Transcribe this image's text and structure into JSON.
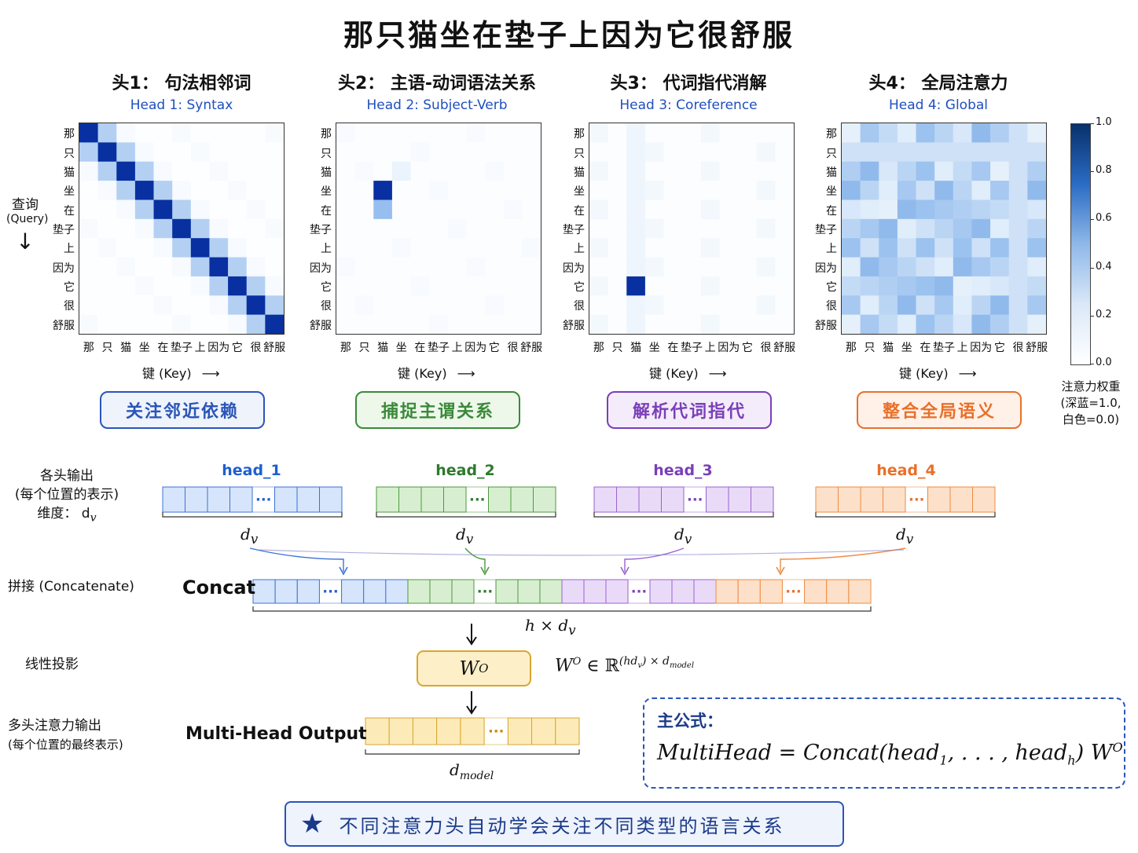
{
  "title": "那只猫坐在垫子上因为它很舒服",
  "tokens": [
    "那",
    "只",
    "猫",
    "坐",
    "在",
    "垫子",
    "上",
    "因为",
    "它",
    "很",
    "舒服"
  ],
  "query_label": "查询",
  "query_label_en": "(Query)",
  "query_arrow": "↓",
  "key_label": "键 (Key)",
  "key_arrow": "⟶",
  "heads": [
    {
      "title_cn": "头1： 句法相邻词",
      "title_en": "Head 1: Syntax",
      "badge": "关注邻近依赖",
      "badge_color": "#2a55b8",
      "badge_bg": "#eef3fc"
    },
    {
      "title_cn": "头2： 主语-动词语法关系",
      "title_en": "Head 2: Subject-Verb",
      "badge": "捕捉主谓关系",
      "badge_color": "#3a8a3a",
      "badge_bg": "#eef8ea"
    },
    {
      "title_cn": "头3： 代词指代消解",
      "title_en": "Head 3: Coreference",
      "badge": "解析代词指代",
      "badge_color": "#7a3fb8",
      "badge_bg": "#f4ecfb"
    },
    {
      "title_cn": "头4： 全局注意力",
      "title_en": "Head 4: Global",
      "badge": "整合全局语义",
      "badge_color": "#e8702a",
      "badge_bg": "#fff1e8"
    }
  ],
  "colorbar": {
    "ticks": [
      "1.0",
      "0.8",
      "0.6",
      "0.4",
      "0.2",
      "0.0"
    ],
    "label_lines": [
      "注意力权重",
      "(深蓝=1.0,",
      "白色=0.0)"
    ],
    "color_high": "#08306b",
    "color_low": "#ffffff"
  },
  "bottom": {
    "head_outputs_label": [
      "各头输出",
      "(每个位置的表示)",
      "维度：  d"
    ],
    "dim_sub": "v",
    "concat_label": "拼接 (Concatenate)",
    "projection_label": "线性投影",
    "output_label": [
      "多头注意力输出",
      "(每个位置的最终表示)"
    ],
    "strips": [
      {
        "name": "head_1",
        "color": "#1f5fcf",
        "fill": "#d6e5fb",
        "stroke": "#3b73d6"
      },
      {
        "name": "head_2",
        "color": "#2d7a2d",
        "fill": "#d7efd0",
        "stroke": "#4b9a3e"
      },
      {
        "name": "head_3",
        "color": "#7a3fb8",
        "fill": "#e9dbf8",
        "stroke": "#9a62d0"
      },
      {
        "name": "head_4",
        "color": "#e8702a",
        "fill": "#fde0c9",
        "stroke": "#ee8a44"
      }
    ],
    "dots": "···",
    "concat_text": "Concat",
    "hdv": "h × d",
    "wo": "W",
    "wo_sup": "O",
    "wo_desc_pre": "W",
    "wo_desc_in": "∈ ℝ",
    "wo_desc_exp": "(hd",
    "wo_desc_exp2": ") × d",
    "wo_desc_exp3": "model",
    "mho_text": "Multi-Head Output",
    "dmodel": "d",
    "dmodel_sub": "model",
    "output_fill": "#fcebb8",
    "output_stroke": "#d9a630"
  },
  "formula": {
    "heading": "主公式：",
    "text_a": "MultiHead = Concat(head",
    "sub1": "1",
    "text_b": ", . . . , head",
    "subh": "h",
    "text_c": ") W",
    "sup": "O"
  },
  "footer": {
    "star": "★",
    "text": "不同注意力头自动学会关注不同类型的语言关系"
  }
}
